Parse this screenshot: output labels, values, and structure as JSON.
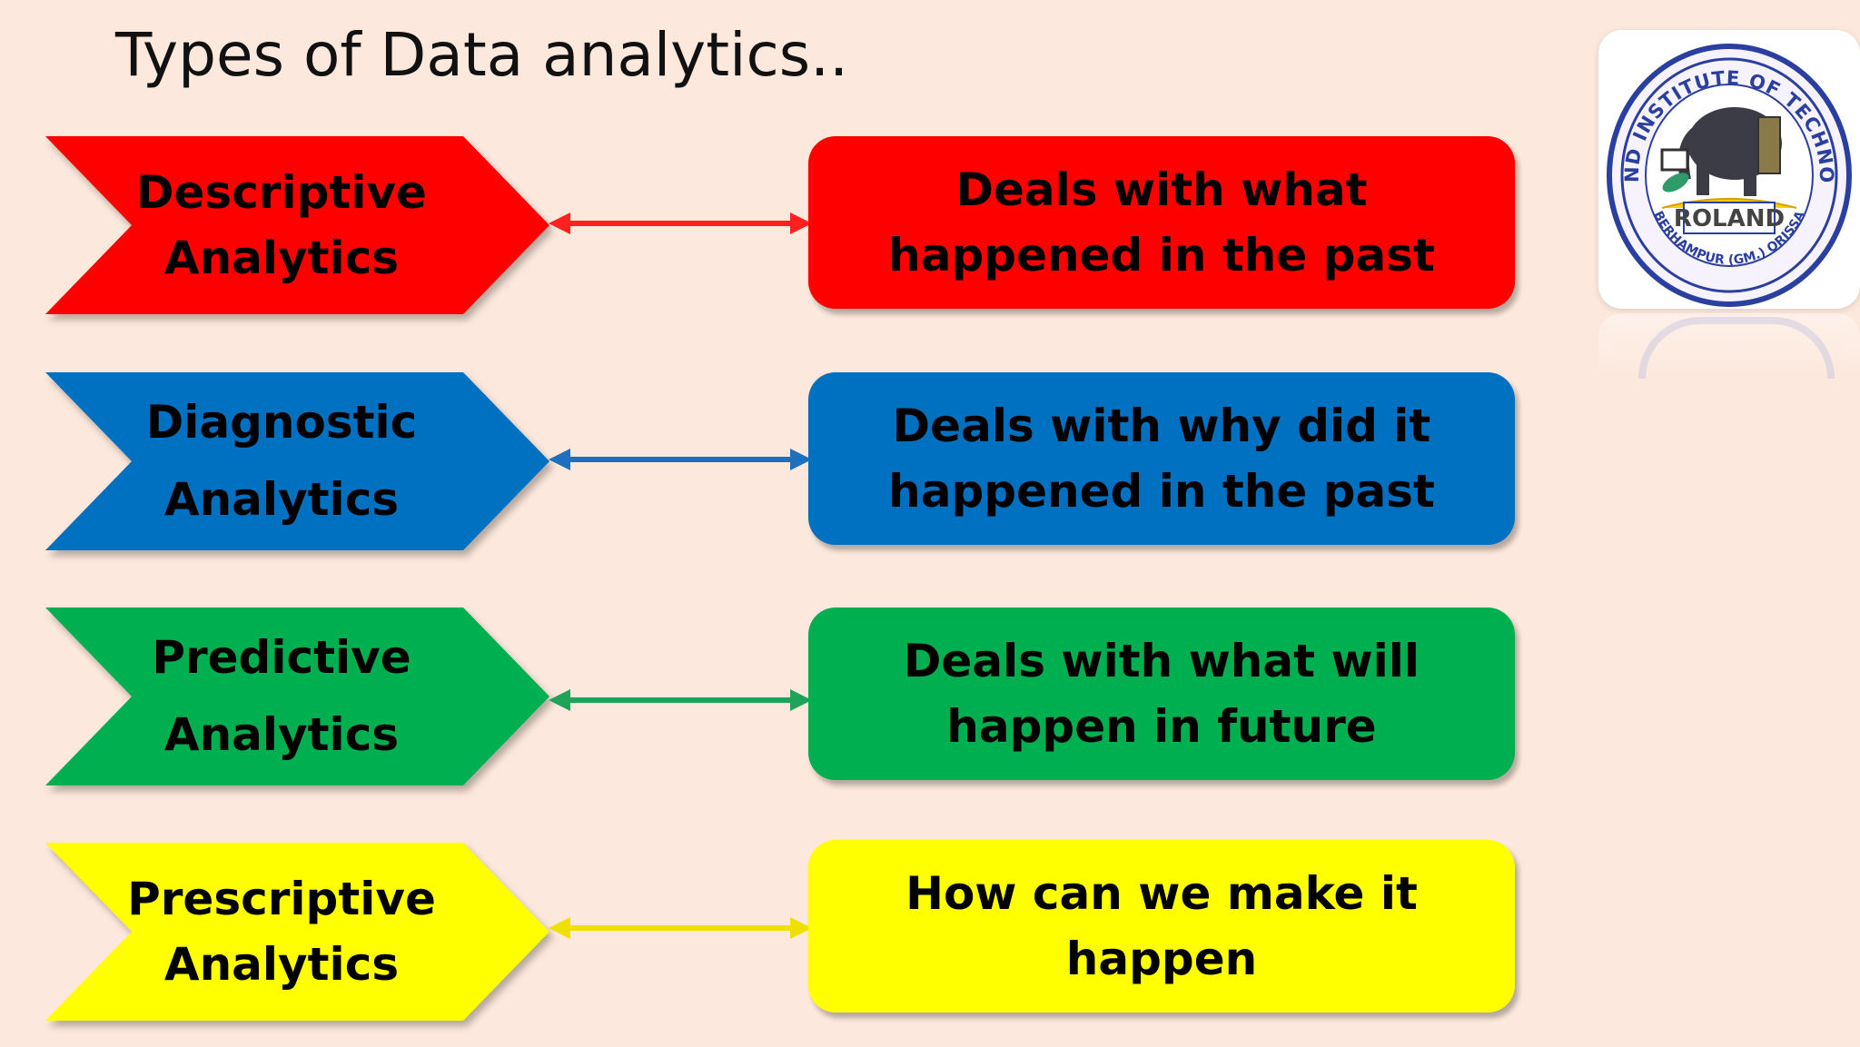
{
  "title": "Types of Data analytics..",
  "rows": [
    {
      "label_line1": "Descriptive",
      "label_line2": "Analytics",
      "description": "Deals with what happened in the past",
      "color": "#ff0000"
    },
    {
      "label_line1": "Diagnostic",
      "label_line2": "Analytics",
      "description": "Deals with why did it happened in the past",
      "color": "#0070c0"
    },
    {
      "label_line1": "Predictive",
      "label_line2": "Analytics",
      "description": "Deals with what will happen in future",
      "color": "#00b050"
    },
    {
      "label_line1": "Prescriptive",
      "label_line2": "Analytics",
      "description": "How can we make it happen",
      "color": "#ffff00"
    }
  ],
  "logo": {
    "ring_text": "ROLAND INSTITUTE OF TECHNOLOGY",
    "name": "ROLAND",
    "bottom_text": "BERHAMPUR (GM.) ORISSA",
    "icon": "elephant-emblem-icon"
  }
}
